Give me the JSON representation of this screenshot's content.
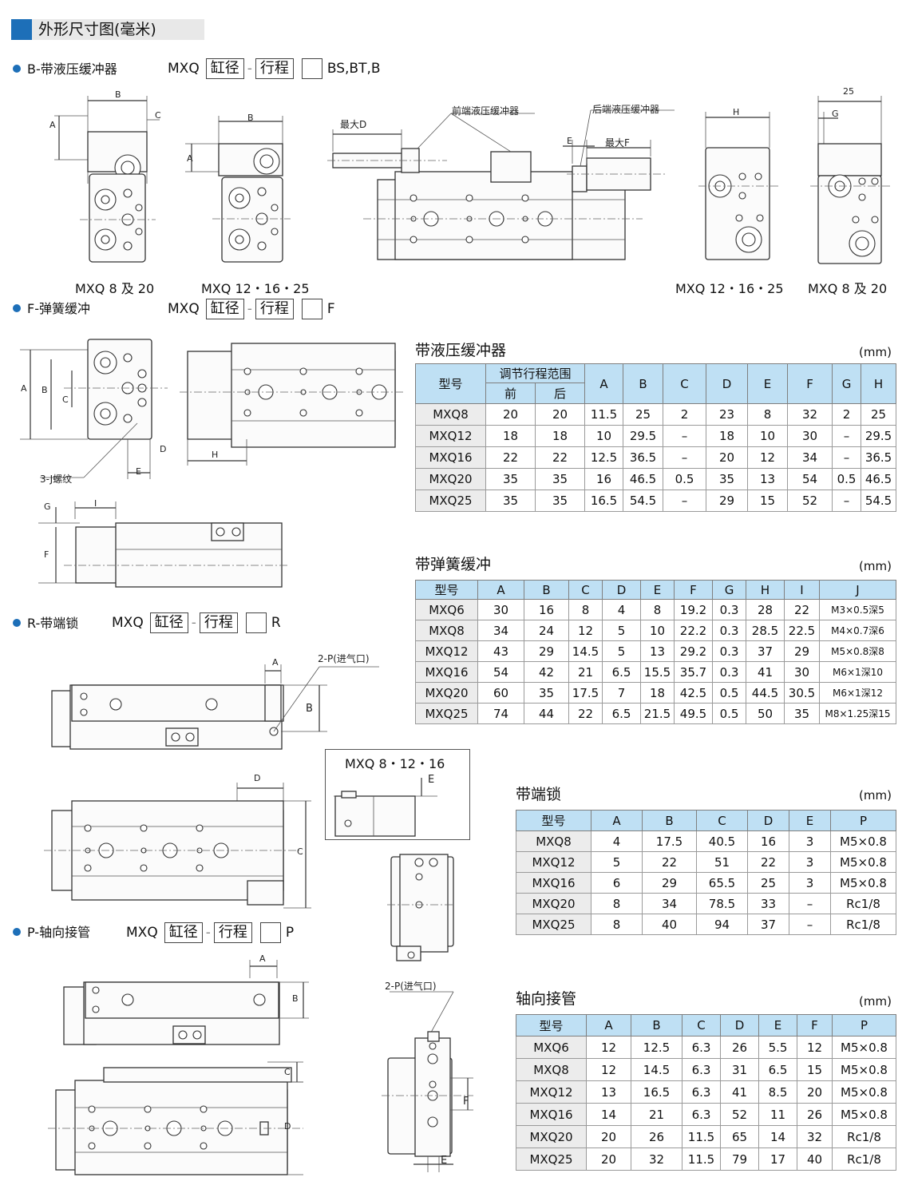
{
  "header": {
    "title": "外形尺寸图(毫米)"
  },
  "sections": {
    "b": {
      "label": "B-带液压缓冲器",
      "model": "MXQ",
      "bore": "缸径",
      "stroke": "行程",
      "suffix": "BS,BT,B"
    },
    "f": {
      "label": "F-弹簧缓冲",
      "model": "MXQ",
      "bore": "缸径",
      "stroke": "行程",
      "suffix": "F"
    },
    "r": {
      "label": "R-带端锁",
      "model": "MXQ",
      "bore": "缸径",
      "stroke": "行程",
      "suffix": "R"
    },
    "p": {
      "label": "P-轴向接管",
      "model": "MXQ",
      "bore": "缸径",
      "stroke": "行程",
      "suffix": "P"
    }
  },
  "drawing_labels": {
    "b": {
      "dim_b": "B",
      "dim_c": "C",
      "dim_a": "A",
      "max_d": "最大D",
      "front_shock": "前端液压缓冲器",
      "rear_shock": "后端液压缓冲器",
      "dim_e": "E",
      "max_f": "最大F",
      "dim_h": "H",
      "dim_g": "G",
      "dim_25": "25"
    },
    "f": {
      "dim_a": "A",
      "dim_b": "B",
      "dim_c": "C",
      "dim_d": "D",
      "dim_e": "E",
      "dim_h": "H",
      "thread": "3-J螺纹",
      "dim_g": "G",
      "dim_i": "I",
      "dim_f": "F"
    },
    "r": {
      "dim_a": "A",
      "port": "2-P(进气口)",
      "dim_b": "B",
      "dim_d": "D",
      "dim_c": "C",
      "dim_e": "E",
      "inset_title": "MXQ 8・12・16"
    },
    "p": {
      "dim_a": "A",
      "dim_b": "B",
      "dim_c": "C",
      "dim_d": "D",
      "port": "2-P(进气口)",
      "dim_f": "F",
      "dim_e": "E"
    }
  },
  "captions": {
    "b1": "MXQ 8 及 20",
    "b2": "MXQ 12・16・25",
    "b3": "MXQ 12・16・25",
    "b4": "MXQ 8 及 20"
  },
  "tables": {
    "hydraulic": {
      "title": "带液压缓冲器",
      "unit": "(mm)",
      "model_header": "型号",
      "range_header": "调节行程范围",
      "front": "前",
      "rear": "后",
      "cols": [
        "A",
        "B",
        "C",
        "D",
        "E",
        "F",
        "G",
        "H"
      ],
      "rows": [
        [
          "MXQ8",
          "20",
          "20",
          "11.5",
          "25",
          "2",
          "23",
          "8",
          "32",
          "2",
          "25"
        ],
        [
          "MXQ12",
          "18",
          "18",
          "10",
          "29.5",
          "–",
          "18",
          "10",
          "30",
          "–",
          "29.5"
        ],
        [
          "MXQ16",
          "22",
          "22",
          "12.5",
          "36.5",
          "–",
          "20",
          "12",
          "34",
          "–",
          "36.5"
        ],
        [
          "MXQ20",
          "35",
          "35",
          "16",
          "46.5",
          "0.5",
          "35",
          "13",
          "54",
          "0.5",
          "46.5"
        ],
        [
          "MXQ25",
          "35",
          "35",
          "16.5",
          "54.5",
          "–",
          "29",
          "15",
          "52",
          "–",
          "54.5"
        ]
      ]
    },
    "spring": {
      "title": "带弹簧缓冲",
      "unit": "(mm)",
      "header": [
        "型号",
        "A",
        "B",
        "C",
        "D",
        "E",
        "F",
        "G",
        "H",
        "I",
        "J"
      ],
      "rows": [
        [
          "MXQ6",
          "30",
          "16",
          "8",
          "4",
          "8",
          "19.2",
          "0.3",
          "28",
          "22",
          "M3×0.5深5"
        ],
        [
          "MXQ8",
          "34",
          "24",
          "12",
          "5",
          "10",
          "22.2",
          "0.3",
          "28.5",
          "22.5",
          "M4×0.7深6"
        ],
        [
          "MXQ12",
          "43",
          "29",
          "14.5",
          "5",
          "13",
          "29.2",
          "0.3",
          "37",
          "29",
          "M5×0.8深8"
        ],
        [
          "MXQ16",
          "54",
          "42",
          "21",
          "6.5",
          "15.5",
          "35.7",
          "0.3",
          "41",
          "30",
          "M6×1深10"
        ],
        [
          "MXQ20",
          "60",
          "35",
          "17.5",
          "7",
          "18",
          "42.5",
          "0.5",
          "44.5",
          "30.5",
          "M6×1深12"
        ],
        [
          "MXQ25",
          "74",
          "44",
          "22",
          "6.5",
          "21.5",
          "49.5",
          "0.5",
          "50",
          "35",
          "M8×1.25深15"
        ]
      ]
    },
    "endlock": {
      "title": "带端锁",
      "unit": "(mm)",
      "header": [
        "型号",
        "A",
        "B",
        "C",
        "D",
        "E",
        "P"
      ],
      "rows": [
        [
          "MXQ8",
          "4",
          "17.5",
          "40.5",
          "16",
          "3",
          "M5×0.8"
        ],
        [
          "MXQ12",
          "5",
          "22",
          "51",
          "22",
          "3",
          "M5×0.8"
        ],
        [
          "MXQ16",
          "6",
          "29",
          "65.5",
          "25",
          "3",
          "M5×0.8"
        ],
        [
          "MXQ20",
          "8",
          "34",
          "78.5",
          "33",
          "–",
          "Rc1/8"
        ],
        [
          "MXQ25",
          "8",
          "40",
          "94",
          "37",
          "–",
          "Rc1/8"
        ]
      ]
    },
    "axial": {
      "title": "轴向接管",
      "unit": "(mm)",
      "header": [
        "型号",
        "A",
        "B",
        "C",
        "D",
        "E",
        "F",
        "P"
      ],
      "rows": [
        [
          "MXQ6",
          "12",
          "12.5",
          "6.3",
          "26",
          "5.5",
          "12",
          "M5×0.8"
        ],
        [
          "MXQ8",
          "12",
          "14.5",
          "6.3",
          "31",
          "6.5",
          "15",
          "M5×0.8"
        ],
        [
          "MXQ12",
          "13",
          "16.5",
          "6.3",
          "41",
          "8.5",
          "20",
          "M5×0.8"
        ],
        [
          "MXQ16",
          "14",
          "21",
          "6.3",
          "52",
          "11",
          "26",
          "M5×0.8"
        ],
        [
          "MXQ20",
          "20",
          "26",
          "11.5",
          "65",
          "14",
          "32",
          "Rc1/8"
        ],
        [
          "MXQ25",
          "20",
          "32",
          "11.5",
          "79",
          "17",
          "40",
          "Rc1/8"
        ]
      ]
    }
  }
}
